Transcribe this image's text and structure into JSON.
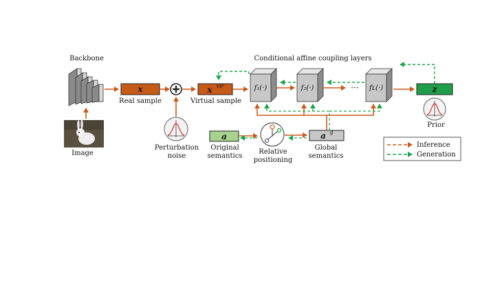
{
  "labels": {
    "backbone": "Backbone",
    "image": "Image",
    "real_sample": "Real sample",
    "perturbation_1": "Perturbation",
    "perturbation_2": "noise",
    "virtual_sample": "Virtual sample",
    "coupling_title": "Conditional affine coupling layers",
    "original_1": "Original",
    "original_2": "semantics",
    "relative_1": "Relative",
    "relative_2": "positioning",
    "global_1": "Global",
    "global_2": "semantics",
    "prior": "Prior",
    "ellipsis": "···"
  },
  "boxes": {
    "x": "x",
    "xvir": "x",
    "xvir_sup": "vir",
    "z": "z",
    "a": "a",
    "ag": "a",
    "ag_sup": "g"
  },
  "functions": [
    "f₁(·)",
    "f₂(·)",
    "fʟ(·)"
  ],
  "legend": {
    "inference": "Inference",
    "generation": "Generation"
  },
  "colors": {
    "orange": "#cc5a1a",
    "green": "#1aa64a",
    "orange_fill": "#c65a16",
    "green_fill": "#1f9e4a",
    "light_green_fill": "#a7d38e",
    "gray_fill": "#c8c8c8"
  }
}
